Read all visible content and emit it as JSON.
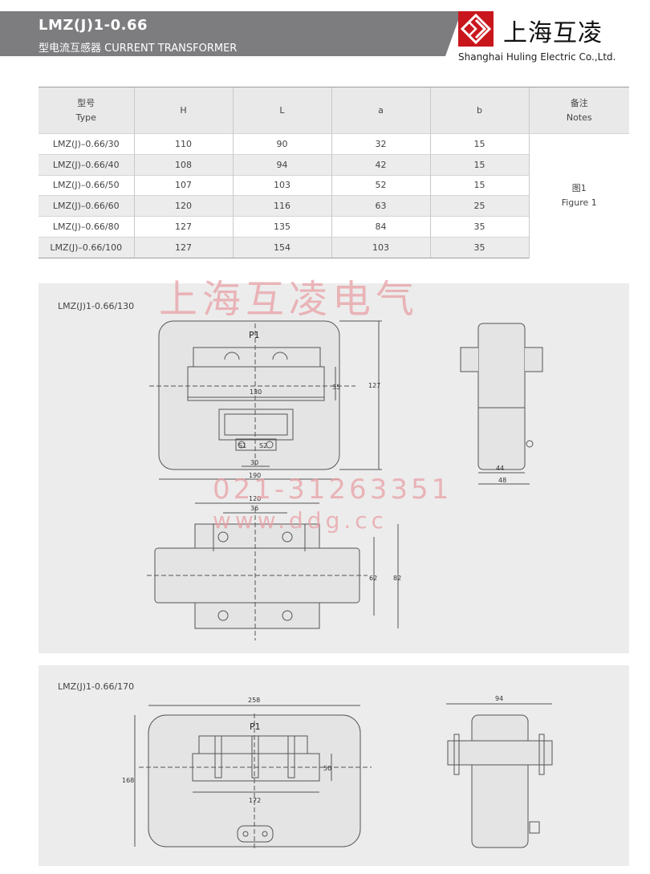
{
  "header": {
    "title": "LMZ(J)1-0.66",
    "subtitle": "型电流互感器 CURRENT TRANSFORMER",
    "brand_cn": "上海互凌",
    "brand_en": "Shanghai Huling Electric Co.,Ltd."
  },
  "table": {
    "headers": {
      "type_cn": "型号",
      "type_en": "Type",
      "h": "H",
      "l": "L",
      "a": "a",
      "b": "b",
      "notes_cn": "备注",
      "notes_en": "Notes"
    },
    "rows": [
      {
        "type": "LMZ(J)–0.66/30",
        "H": "110",
        "L": "90",
        "a": "32",
        "b": "15"
      },
      {
        "type": "LMZ(J)–0.66/40",
        "H": "108",
        "L": "94",
        "a": "42",
        "b": "15"
      },
      {
        "type": "LMZ(J)–0.66/50",
        "H": "107",
        "L": "103",
        "a": "52",
        "b": "15"
      },
      {
        "type": "LMZ(J)–0.66/60",
        "H": "120",
        "L": "116",
        "a": "63",
        "b": "25"
      },
      {
        "type": "LMZ(J)–0.66/80",
        "H": "127",
        "L": "135",
        "a": "84",
        "b": "35"
      },
      {
        "type": "LMZ(J)–0.66/100",
        "H": "127",
        "L": "154",
        "a": "103",
        "b": "35"
      }
    ],
    "notes_cn": "图1",
    "notes_en": "Figure 1"
  },
  "watermark": {
    "company": "上海互凌电气",
    "phone": "021-31263351",
    "url": "www.ddg.cc"
  },
  "drawing_130": {
    "label": "LMZ(J)1-0.66/130",
    "p1": "P1",
    "s1": "S1",
    "s2": "S2",
    "dims": {
      "w130": "130",
      "h35": "35",
      "h127": "127",
      "w30": "30",
      "w190": "190",
      "w44": "44",
      "w48": "48",
      "w120": "120",
      "w36": "36",
      "h62": "62",
      "h82": "82"
    }
  },
  "drawing_170": {
    "label": "LMZ(J)1-0.66/170",
    "p1": "P1",
    "dims": {
      "w258": "258",
      "h168": "168",
      "h50": "50",
      "w172": "172",
      "w94": "94"
    }
  },
  "colors": {
    "header_gray": "#7d7d7f",
    "logo_red": "#c9161d",
    "panel_bg": "#ececec",
    "watermark_red": "#e8a0a6"
  }
}
